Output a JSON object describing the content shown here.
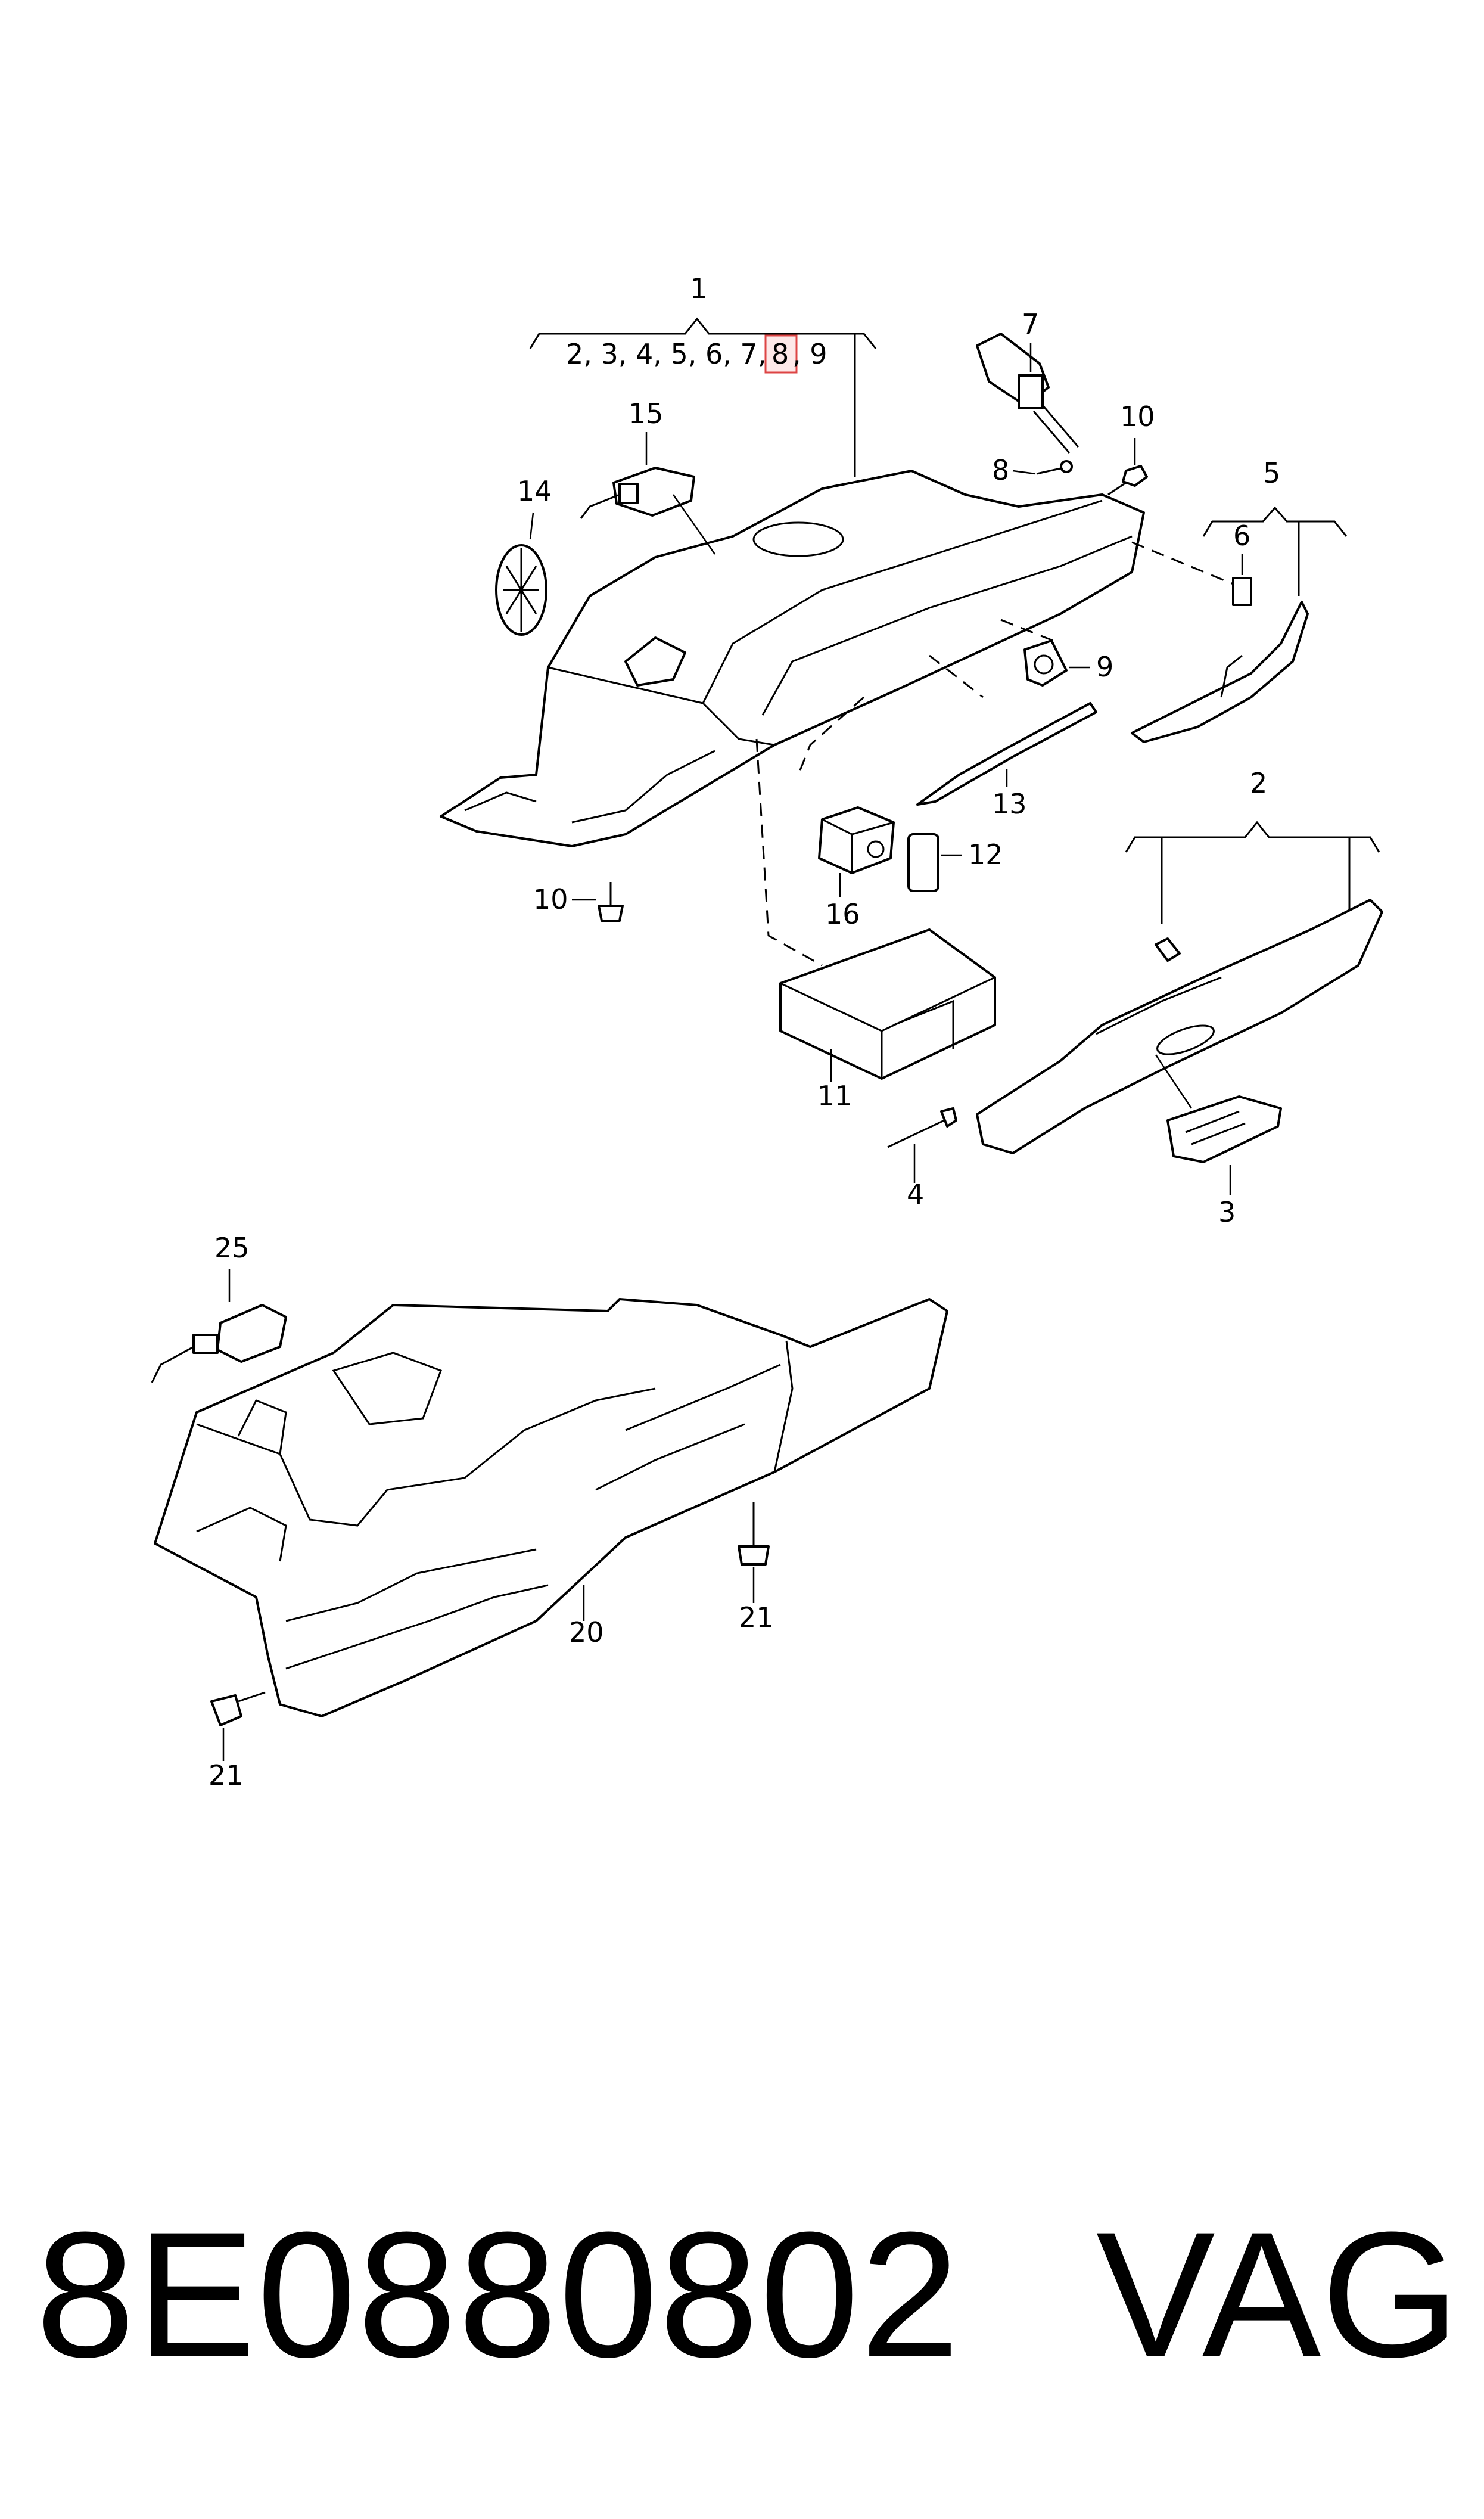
{
  "callouts": {
    "c1": "1",
    "c1_list_a": "2, 3, 4, 5, 6, 7,",
    "c1_list_hl": "8",
    "c1_list_b": ", 9",
    "c2": "2",
    "c3": "3",
    "c4": "4",
    "c5": "5",
    "c6": "6",
    "c7": "7",
    "c8": "8",
    "c9": "9",
    "c10a": "10",
    "c10b": "10",
    "c11": "11",
    "c12": "12",
    "c13": "13",
    "c14": "14",
    "c15": "15",
    "c16": "16",
    "c20": "20",
    "c21a": "21",
    "c21b": "21",
    "c25": "25"
  },
  "footer": {
    "part_number": "8E0880802",
    "brand": "VAG"
  },
  "colors": {
    "highlight_fill": "#fde8e8",
    "highlight_stroke": "#dd4444",
    "line": "#000000"
  }
}
